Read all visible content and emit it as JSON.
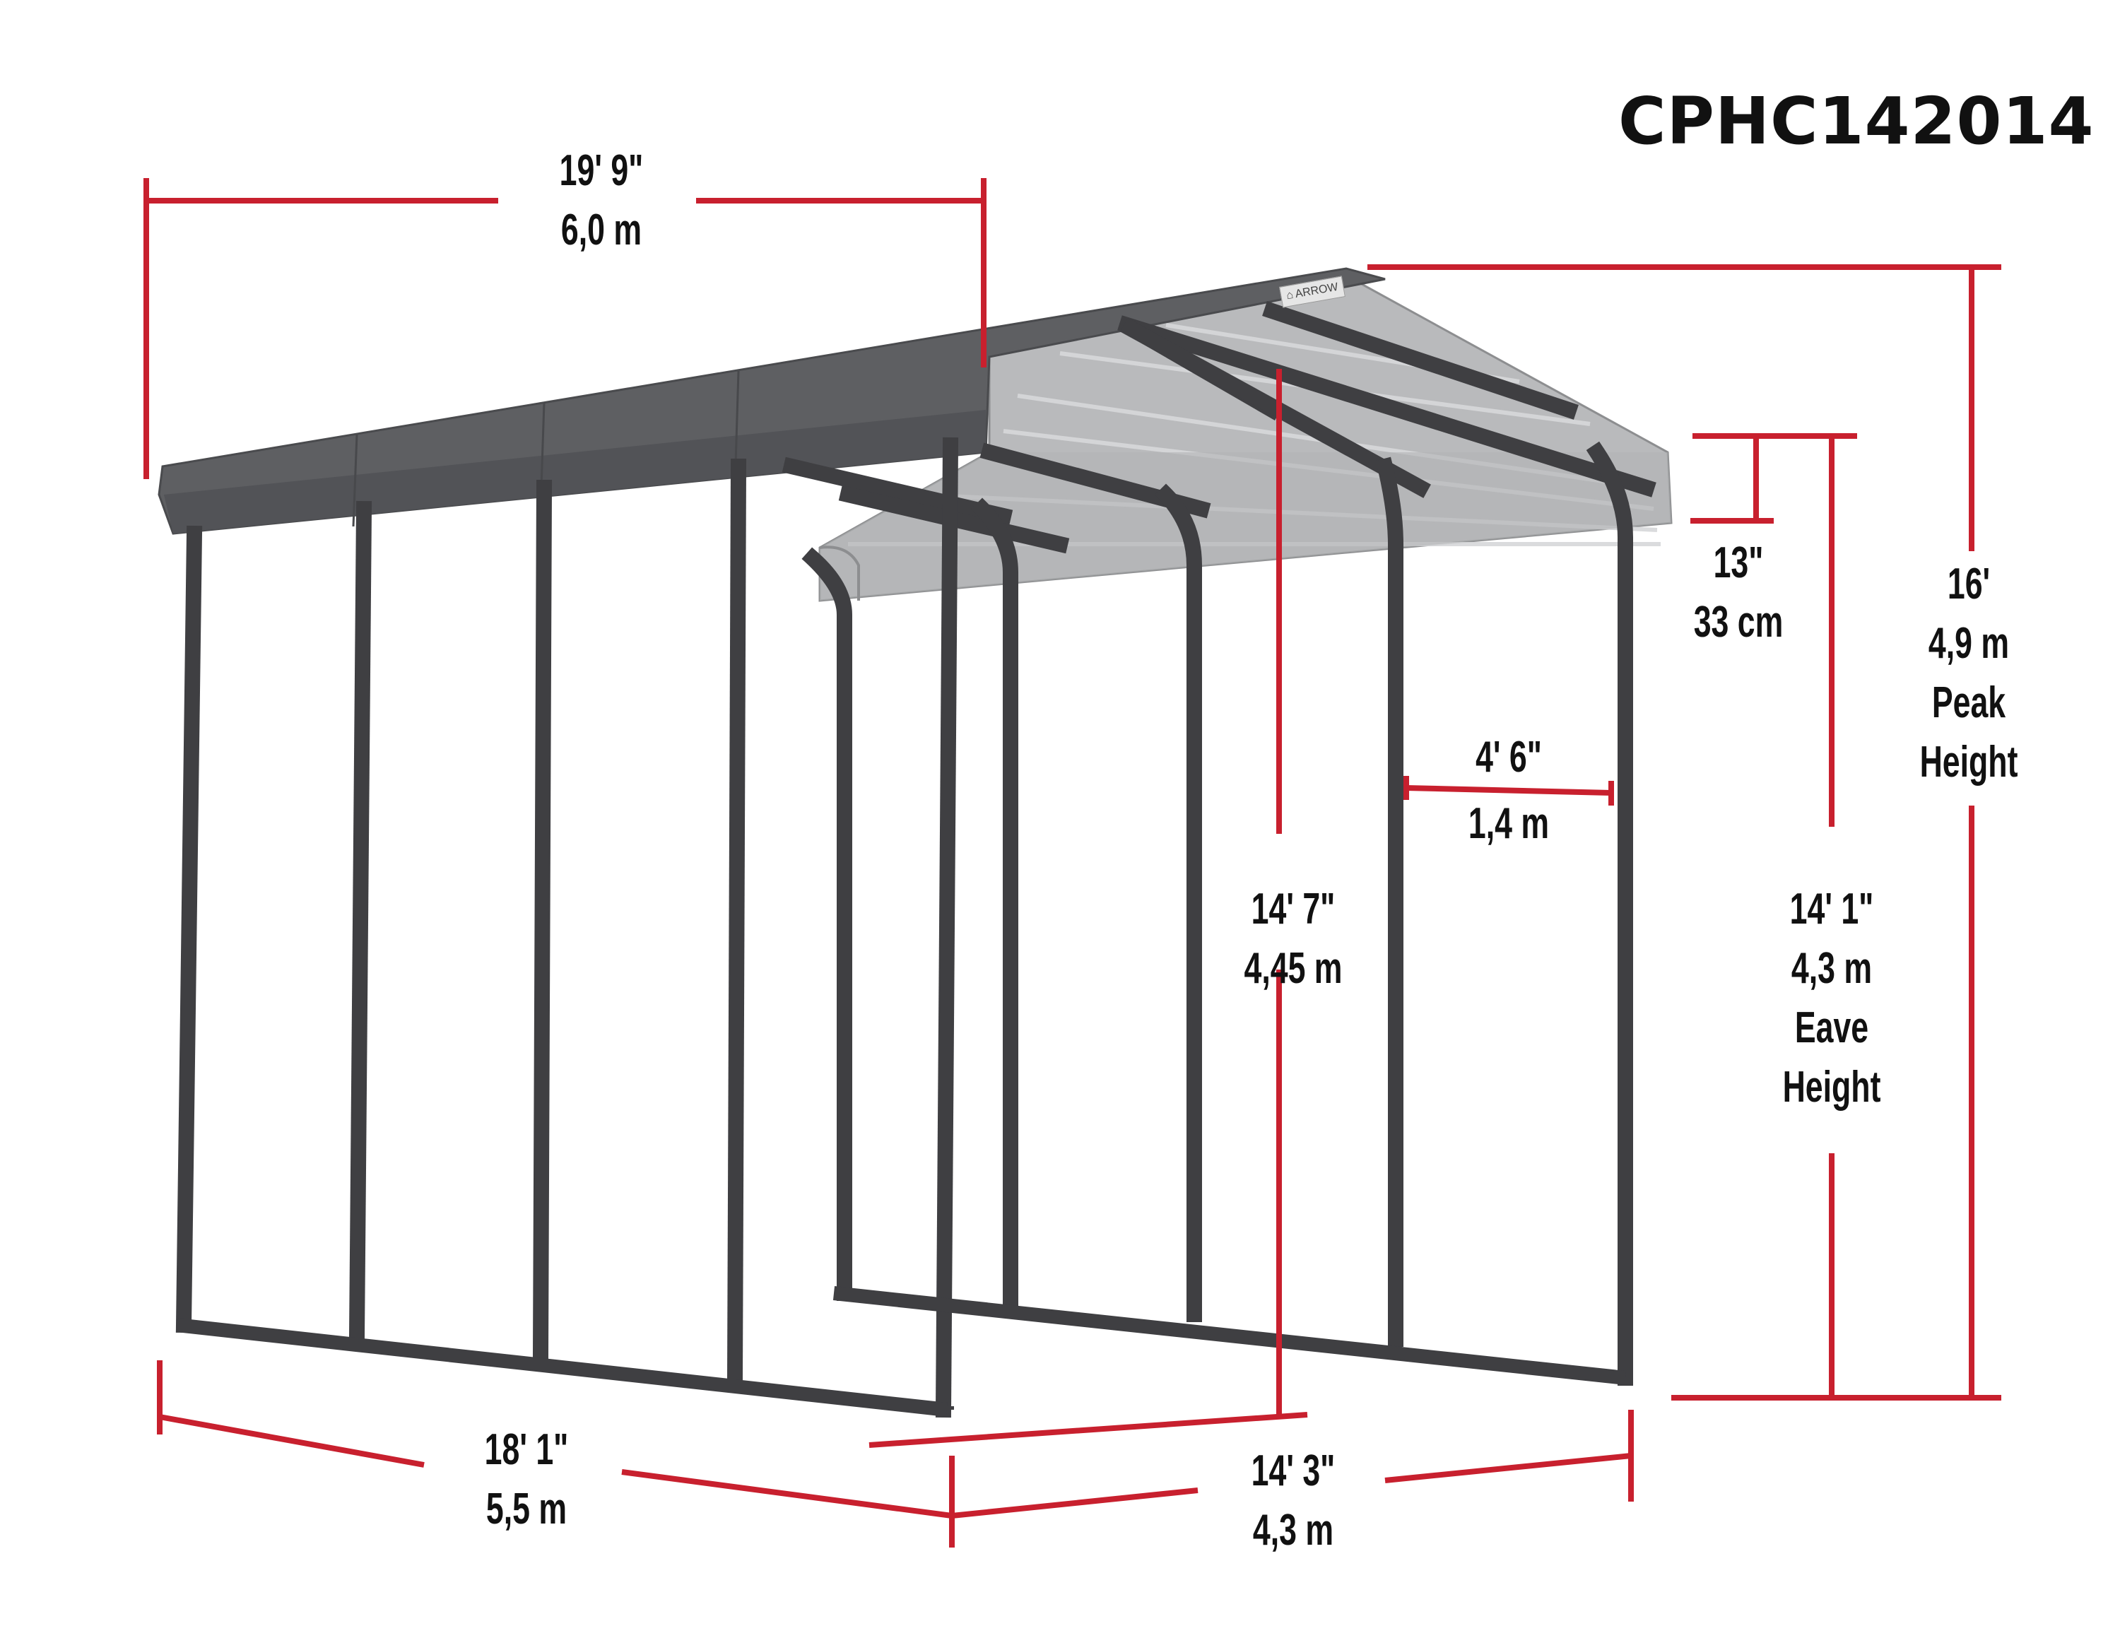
{
  "model_code": "CPHC142014",
  "logo": {
    "text": "ARROW"
  },
  "colors": {
    "dimension_line": "#C8202E",
    "frame": "#3F3F42",
    "roof_dark": "#5E5F62",
    "roof_light": "#B9BABC",
    "text": "#111111"
  },
  "dimensions": {
    "roof_length": {
      "imperial": "19' 9\"",
      "metric": "6,0 m"
    },
    "overhang": {
      "imperial": "13\"",
      "metric": "33 cm"
    },
    "peak_height": {
      "imperial": "16'",
      "metric": "4,9 m",
      "caption_1": "Peak",
      "caption_2": "Height"
    },
    "bow_spacing": {
      "imperial": "4' 6\"",
      "metric": "1,4 m"
    },
    "center_clearance": {
      "imperial": "14' 7\"",
      "metric": "4,45 m"
    },
    "eave_height": {
      "imperial": "14' 1\"",
      "metric": "4,3 m",
      "caption_1": "Eave",
      "caption_2": "Height"
    },
    "base_length": {
      "imperial": "18' 1\"",
      "metric": "5,5 m"
    },
    "base_width": {
      "imperial": "14' 3\"",
      "metric": "4,3 m"
    }
  }
}
